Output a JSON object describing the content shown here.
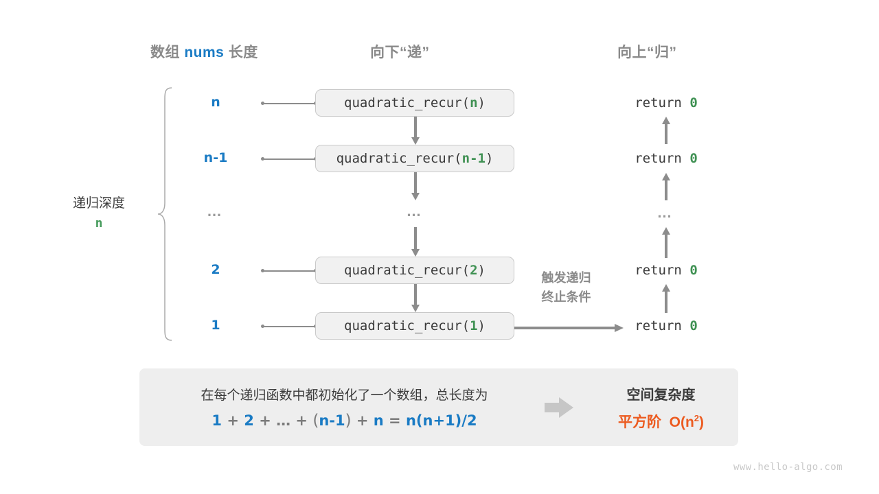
{
  "headers": {
    "array_prefix": "数组 ",
    "array_var": "nums",
    "array_suffix": " 长度",
    "down": "向下“递”",
    "up": "向上“归”"
  },
  "depth": {
    "label": "递归深度",
    "value": "n"
  },
  "rows": [
    {
      "length": "n",
      "fn_name": "quadratic_recur(",
      "fn_arg": "n",
      "fn_close": ")",
      "ret_text": "return ",
      "ret_value": "0"
    },
    {
      "length": "n-1",
      "fn_name": "quadratic_recur(",
      "fn_arg": "n-1",
      "fn_close": ")",
      "ret_text": "return ",
      "ret_value": "0"
    },
    {
      "length": "…",
      "fn_name": "…",
      "fn_arg": "",
      "fn_close": "",
      "ret_text": "…",
      "ret_value": ""
    },
    {
      "length": "2",
      "fn_name": "quadratic_recur(",
      "fn_arg": "2",
      "fn_close": ")",
      "ret_text": "return ",
      "ret_value": "0"
    },
    {
      "length": "1",
      "fn_name": "quadratic_recur(",
      "fn_arg": "1",
      "fn_close": ")",
      "ret_text": "return ",
      "ret_value": "0"
    }
  ],
  "base_case": {
    "line1": "触发递归",
    "line2": "终止条件"
  },
  "summary": {
    "description": "在每个递归函数中都初始化了一个数组，总长度为",
    "formula": {
      "t1": "1",
      "op1": " + ",
      "t2": "2",
      "op2": " + ",
      "t3": "…",
      "op3": " + ",
      "lparen": "(",
      "t4": "n-1",
      "rparen": ")",
      "op4": " + ",
      "t5": "n",
      "eq": " = ",
      "t6": "n(n+1)/2"
    },
    "title": "空间复杂度",
    "value_prefix": "平方阶  O(n",
    "value_exp": "2",
    "value_suffix": ")"
  },
  "watermark": "www.hello-algo.com",
  "colors": {
    "blue": "#1a7bc4",
    "green": "#3f9153",
    "orange": "#ec5b20",
    "gray": "#8a8a8a",
    "box_fill": "#f1f1f1",
    "panel_fill": "#eeeeee"
  }
}
